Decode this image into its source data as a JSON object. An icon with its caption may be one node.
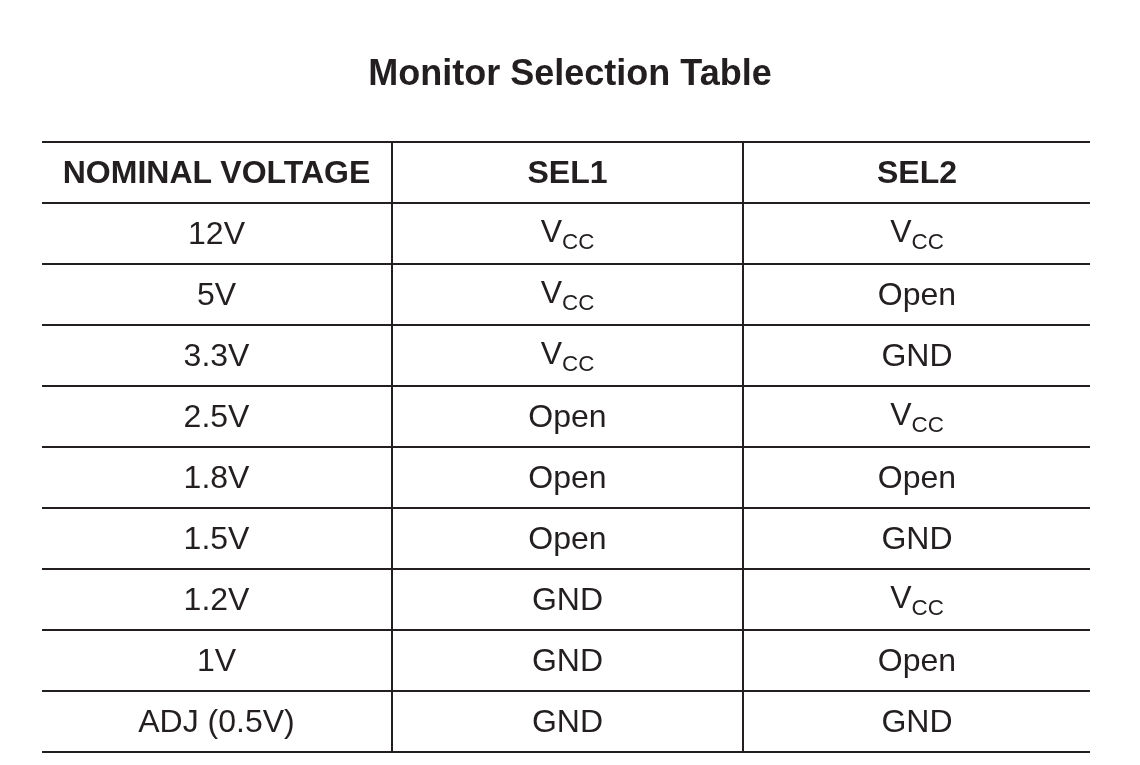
{
  "diagram": {
    "title": "Monitor Selection Table",
    "labels": [
      "NOMINAL VOLTAGE",
      "SEL1",
      "SEL2",
      "12V",
      "V$_{CC}$",
      "V$_{CC}$",
      "5V",
      "V$_{CC}$",
      "Open",
      "3.3V",
      "V$_{CC}$",
      "GND",
      "2.5V",
      "Open",
      "V$_{CC}$",
      "1.8V",
      "Open",
      "Open",
      "1.5V",
      "Open",
      "GND",
      "1.2V",
      "GND",
      "V$_{CC}$",
      "1V",
      "GND",
      "Open",
      "ADJ (0.5V)",
      "GND",
      "GND"
    ]
  }
}
